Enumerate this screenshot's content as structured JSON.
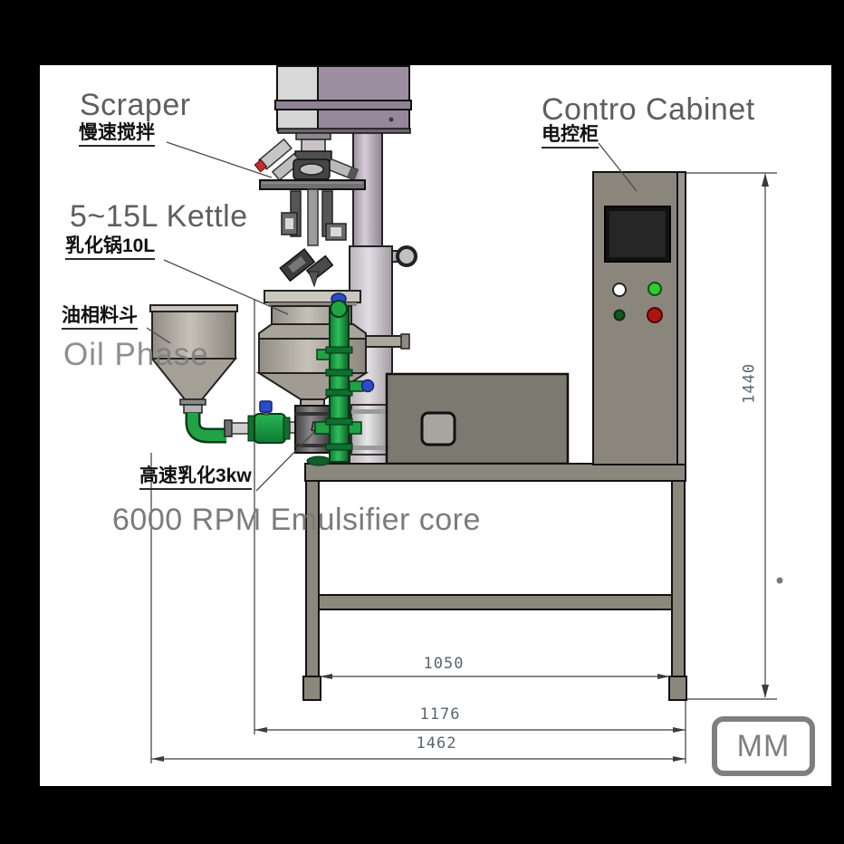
{
  "diagram": {
    "labels": {
      "scraper_en": "Scraper",
      "scraper_zh": "慢速搅拌",
      "kettle_en": "5~15L Kettle",
      "kettle_zh": "乳化锅10L",
      "hopper_zh": "油相料斗",
      "oil_phase_en": "Oil Phase",
      "emulsifier_zh": "高速乳化3kw",
      "emulsifier_en": "6000 RPM Emulsifier core",
      "cabinet_en": "Contro Cabinet",
      "cabinet_zh": "电控柜"
    },
    "dimensions": {
      "height_mm": "1440",
      "stand_width_mm": "1050",
      "mid_width_mm": "1176",
      "overall_width_mm": "1462",
      "unit": "MM"
    },
    "colors": {
      "accent_green": "#1fa344",
      "accent_blue": "#2b4bc8",
      "machine_gray": "#8a867c",
      "purple_gray": "#9c8da0"
    }
  }
}
